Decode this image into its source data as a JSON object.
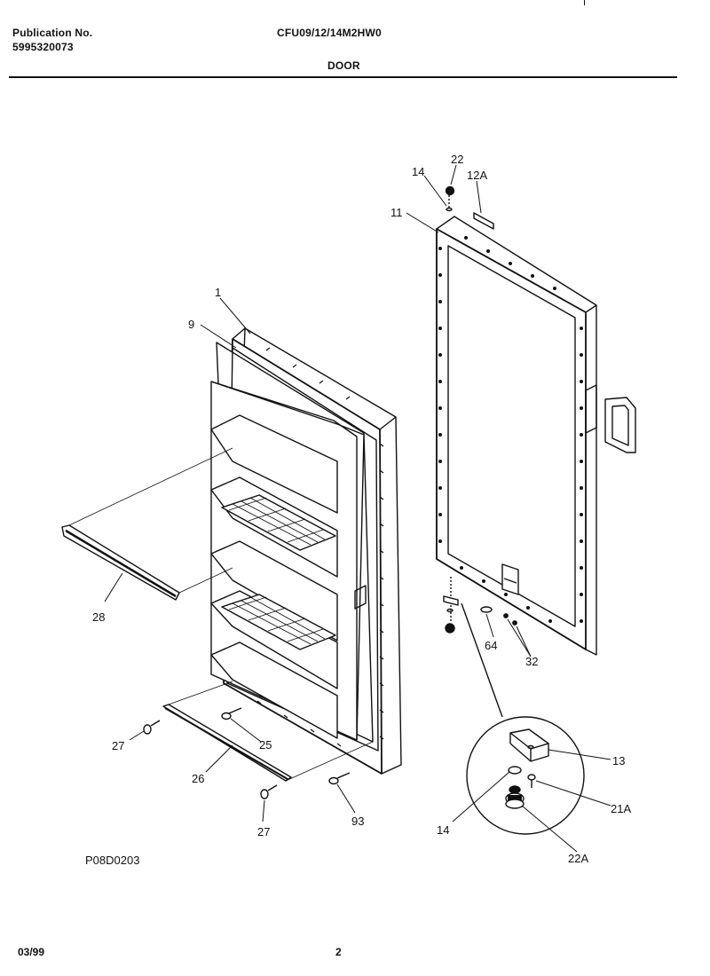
{
  "header": {
    "pub_label": "Publication No.",
    "pub_number": "5995320073",
    "model": "CFU09/12/14M2HW0",
    "section": "DOOR"
  },
  "diagram_code": "P08D0203",
  "footer": {
    "date": "03/99",
    "page": "2"
  },
  "callouts": {
    "c1": "1",
    "c9": "9",
    "c28": "28",
    "c27a": "27",
    "c27b": "27",
    "c25": "25",
    "c26": "26",
    "c93": "93",
    "c14a": "14",
    "c22": "22",
    "c12a": "12A",
    "c11": "11",
    "c64": "64",
    "c32": "32",
    "c13": "13",
    "c21a": "21A",
    "c14b": "14",
    "c22a": "22A"
  }
}
